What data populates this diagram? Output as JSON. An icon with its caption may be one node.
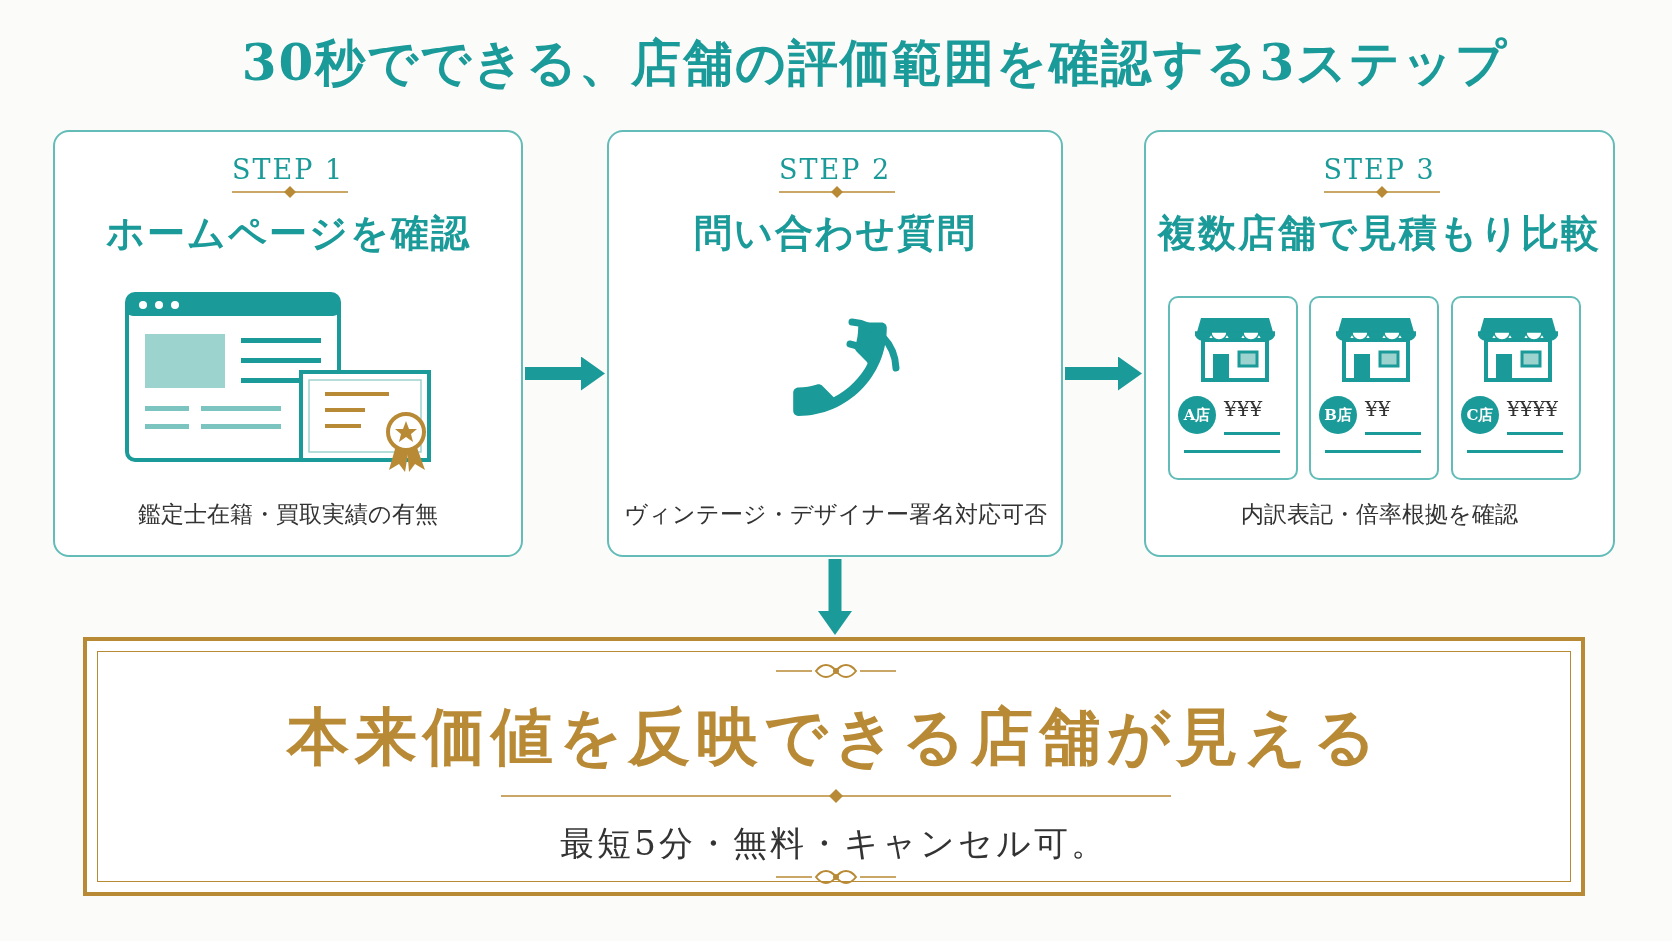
{
  "diagram": {
    "title": "30秒でできる、店舗の評価範囲を確認する3ステップ",
    "nodes": [
      {
        "text": [
          "STEP 1",
          "ホームページを確認",
          "鑑定士在籍・買取実績の有無"
        ]
      },
      {
        "text": [
          "STEP 2",
          "問い合わせ質問",
          "ヴィンテージ・デザイナー署名対応可否"
        ]
      },
      {
        "text": [
          "STEP 3",
          "複数店舗で見積もり比較",
          "内訳表記・倍率根拠を確認"
        ]
      },
      {
        "text": [
          "A店",
          "¥¥¥"
        ],
        "in": 2
      },
      {
        "text": [
          "B店",
          "¥¥"
        ],
        "in": 2
      },
      {
        "text": [
          "C店",
          "¥¥¥¥"
        ],
        "in": 2
      },
      {
        "text": [
          "本来価値を反映できる店舗が見える",
          "最短5分・無料・キャンセル可。"
        ]
      }
    ],
    "edges": [
      {
        "from": 0,
        "to": 1,
        "arrow": "to"
      },
      {
        "from": 1,
        "to": 2,
        "arrow": "to"
      },
      {
        "from": 1,
        "to": 6,
        "arrow": "to"
      }
    ]
  }
}
